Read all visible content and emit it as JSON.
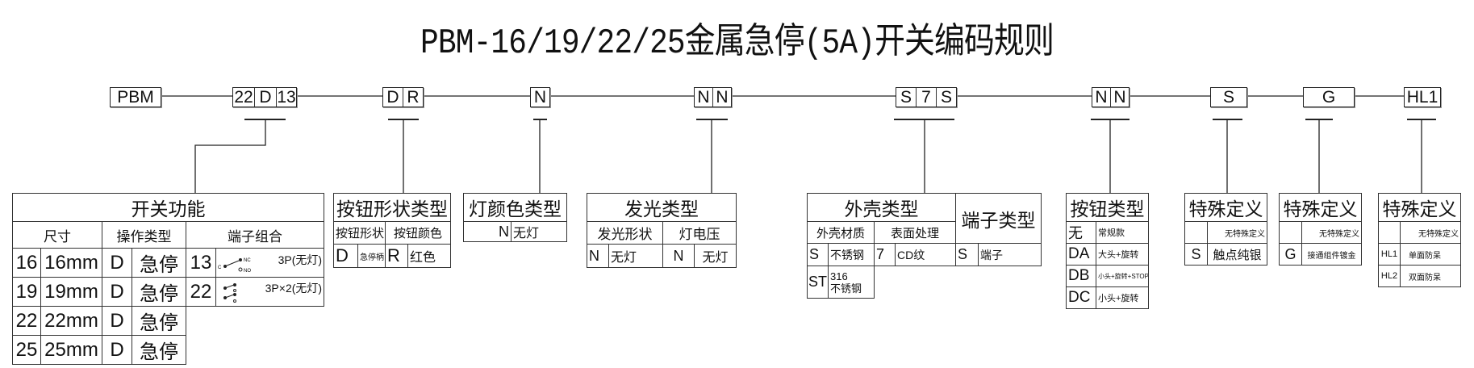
{
  "title": "PBM-16/19/22/25金属急停(5A)开关编码规则",
  "code": {
    "prefix": "PBM",
    "g1": [
      "22",
      "D",
      "13"
    ],
    "g2": [
      "D",
      "R"
    ],
    "g3": [
      "N"
    ],
    "g4": [
      "N",
      "N"
    ],
    "g5": [
      "S",
      "7",
      "S"
    ],
    "g6": [
      "N",
      "N"
    ],
    "g7": [
      "S"
    ],
    "g8": [
      "G"
    ],
    "g9": [
      "HL1"
    ]
  },
  "t1": {
    "title": "开关功能",
    "h": [
      "尺寸",
      "操作类型",
      "端子组合"
    ],
    "rows": [
      [
        "16",
        "16mm",
        "D",
        "急停"
      ],
      [
        "19",
        "19mm",
        "D",
        "急停"
      ],
      [
        "22",
        "22mm",
        "D",
        "急停"
      ],
      [
        "25",
        "25mm",
        "D",
        "急停"
      ]
    ],
    "term": [
      {
        "code": "13",
        "desc": "3P(无灯)",
        "c": "C",
        "nc": "NC",
        "no": "NO"
      },
      {
        "code": "22",
        "desc": "3P×2(无灯)"
      }
    ]
  },
  "t2": {
    "title": "按钮形状类型",
    "h": [
      "按钮形状",
      "按钮颜色"
    ],
    "row": [
      "D",
      "急停柄",
      "R",
      "红色"
    ]
  },
  "t3": {
    "title": "灯颜色类型",
    "row": [
      "N",
      "无灯"
    ]
  },
  "t4": {
    "title": "发光类型",
    "h": [
      "发光形状",
      "灯电压"
    ],
    "row": [
      "N",
      "无灯",
      "N",
      "无灯"
    ]
  },
  "t5": {
    "title": "外壳类型",
    "title2": "端子类型",
    "h": [
      "外壳材质",
      "表面处理"
    ],
    "row": [
      "S",
      "不锈钢",
      "7",
      "CD纹",
      "S",
      "端子"
    ],
    "row2": [
      "ST",
      "316",
      "不锈钢"
    ]
  },
  "t6": {
    "title": "按钮类型",
    "rows": [
      [
        "无",
        "常规款"
      ],
      [
        "DA",
        "大头+旋转"
      ],
      [
        "DB",
        "小头+旋转+STOP"
      ],
      [
        "DC",
        "小头+旋转"
      ]
    ]
  },
  "t7": {
    "title": "特殊定义",
    "rows": [
      [
        "",
        "无特殊定义"
      ],
      [
        "S",
        "触点纯银"
      ]
    ]
  },
  "t8": {
    "title": "特殊定义",
    "rows": [
      [
        "",
        "无特殊定义"
      ],
      [
        "G",
        "接通组件镀金"
      ]
    ]
  },
  "t9": {
    "title": "特殊定义",
    "rows": [
      [
        "",
        "无特殊定义"
      ],
      [
        "HL1",
        "单面防呆"
      ],
      [
        "HL2",
        "双面防呆"
      ]
    ]
  }
}
